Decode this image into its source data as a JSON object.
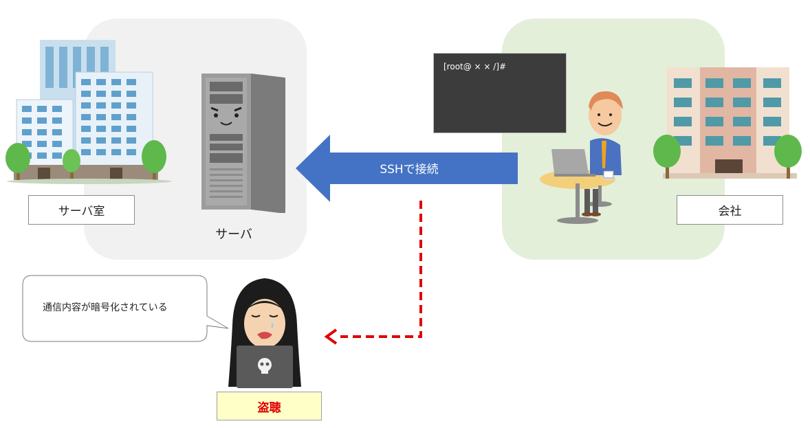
{
  "server_room": {
    "label": "サーバ室"
  },
  "server": {
    "caption": "サーバ"
  },
  "office": {
    "label": "会社"
  },
  "terminal": {
    "prompt": "[root@ × × /]#"
  },
  "connection": {
    "label": "SSHで接続"
  },
  "attacker": {
    "speech": "通信内容が暗号化されている",
    "label": "盗聴"
  },
  "colors": {
    "server_panel": "#f1f1f1",
    "office_panel": "#e3efd9",
    "arrow": "#4472c4",
    "intercept": "#e00000",
    "warning_label_bg": "#ffffc8"
  }
}
